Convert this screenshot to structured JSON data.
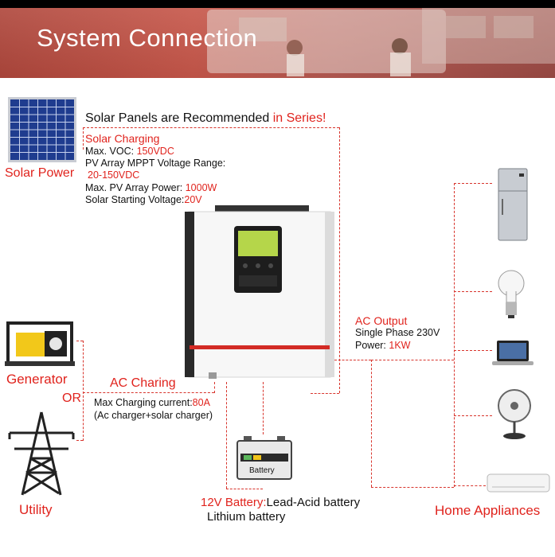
{
  "banner": {
    "title": "System Connection"
  },
  "solar": {
    "recommend_prefix": "Solar Panels are Recommended ",
    "recommend_emphasis": "in Series!",
    "power_label": "Solar Power",
    "charging_title": "Solar Charging",
    "voc_label": "Max. VOC: ",
    "voc_value": "150VDC",
    "mppt_label": "PV Array MPPT Voltage Range:",
    "mppt_value": "20-150VDC",
    "array_power_label": "Max. PV Array Power: ",
    "array_power_value": "1000W",
    "start_label": "Solar Starting Voltage:",
    "start_value": "20V"
  },
  "ac_input": {
    "generator_label": "Generator",
    "or_label": "OR",
    "utility_label": "Utility",
    "title": "AC Charing",
    "current_label": "Max Charging current:",
    "current_value": "80A",
    "note": "(Ac charger+solar charger)"
  },
  "ac_output": {
    "title": "AC Output",
    "phase": "Single Phase 230V",
    "power_label": "Power: ",
    "power_value": "1KW"
  },
  "battery": {
    "box_label": "Battery",
    "title_red": "12V Battery:",
    "type1": "Lead-Acid battery",
    "type2": "Lithium battery"
  },
  "appliances": {
    "label": "Home Appliances"
  },
  "colors": {
    "accent_red": "#e0231d",
    "banner": "#c0524a",
    "dash": "#d8352d"
  }
}
